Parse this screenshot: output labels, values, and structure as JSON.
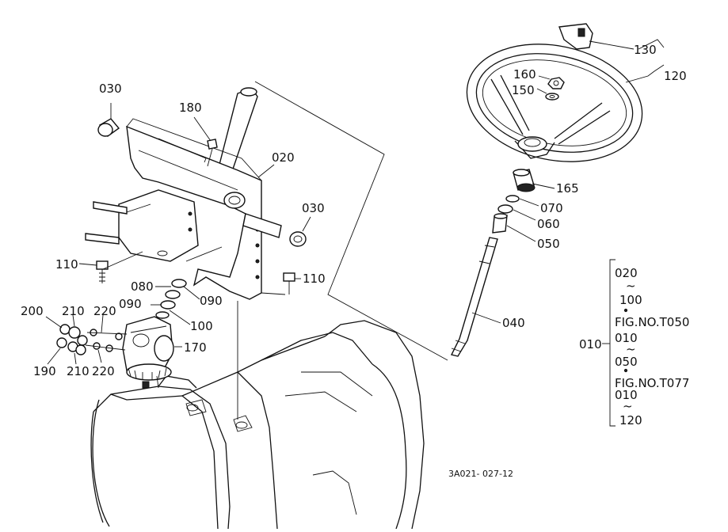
{
  "callouts": [
    {
      "id": "c130",
      "text": "130"
    },
    {
      "id": "c120",
      "text": "120"
    },
    {
      "id": "c160",
      "text": "160"
    },
    {
      "id": "c150",
      "text": "150"
    },
    {
      "id": "c165",
      "text": "165"
    },
    {
      "id": "c070",
      "text": "070"
    },
    {
      "id": "c060",
      "text": "060"
    },
    {
      "id": "c050",
      "text": "050"
    },
    {
      "id": "c040",
      "text": "040"
    },
    {
      "id": "c030a",
      "text": "030"
    },
    {
      "id": "c180",
      "text": "180"
    },
    {
      "id": "c020",
      "text": "020"
    },
    {
      "id": "c030b",
      "text": "030"
    },
    {
      "id": "c110a",
      "text": "110"
    },
    {
      "id": "c110b",
      "text": "110"
    },
    {
      "id": "c080",
      "text": "080"
    },
    {
      "id": "c090a",
      "text": "090"
    },
    {
      "id": "c090b",
      "text": "090"
    },
    {
      "id": "c100",
      "text": "100"
    },
    {
      "id": "c200",
      "text": "200"
    },
    {
      "id": "c210a",
      "text": "210"
    },
    {
      "id": "c220a",
      "text": "220"
    },
    {
      "id": "c170",
      "text": "170"
    },
    {
      "id": "c190",
      "text": "190"
    },
    {
      "id": "c210b",
      "text": "210"
    },
    {
      "id": "c220b",
      "text": "220"
    }
  ],
  "legend": {
    "lines": [
      "020",
      "~",
      "100",
      "FIG.NO.T050",
      "010",
      "~",
      "050",
      "FIG.NO.T077",
      "010",
      "~",
      "120"
    ],
    "bracket_label": "010"
  },
  "drawing_code": "3A021- 027-12"
}
